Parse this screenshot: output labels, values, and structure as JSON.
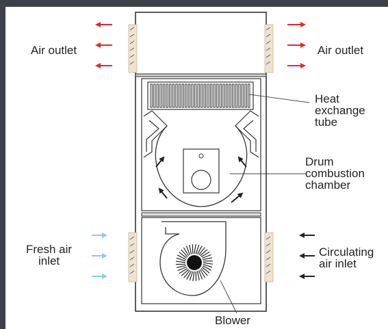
{
  "labels": {
    "air_outlet_left": "Air outlet",
    "air_outlet_right": "Air outlet",
    "heat_exchange_tube": "Heat\nexchange\ntube",
    "drum_combustion_chamber": "Drum\ncombustion\nchamber",
    "fresh_air_inlet": "Fresh air\ninlet",
    "circulating_air_inlet": "Circulating\nair inlet",
    "blower": "Blower"
  },
  "colors": {
    "hot_arrow": "#e8262a",
    "cold_arrow": "#8ec9ec",
    "return_arrow": "#222222",
    "filter": "#efe2cf",
    "outline": "#333333"
  }
}
